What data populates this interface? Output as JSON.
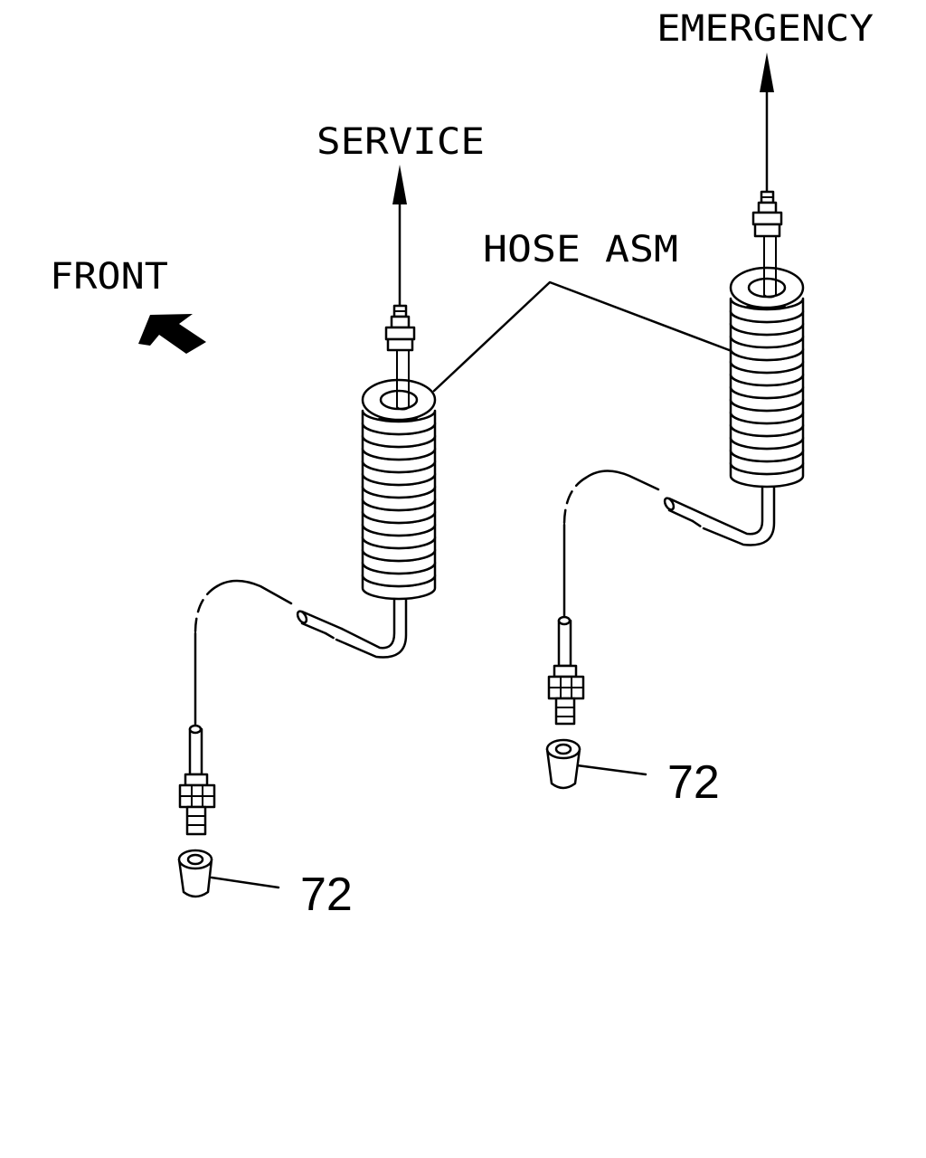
{
  "labels": {
    "service": "SERVICE",
    "emergency": "EMERGENCY",
    "hose_asm": "HOSE ASM",
    "front": "FRONT",
    "callout_left": "72",
    "callout_right": "72"
  },
  "colors": {
    "line": "#000000",
    "background": "#ffffff"
  },
  "icons": {
    "front_direction": "arrow-up-left-icon"
  }
}
